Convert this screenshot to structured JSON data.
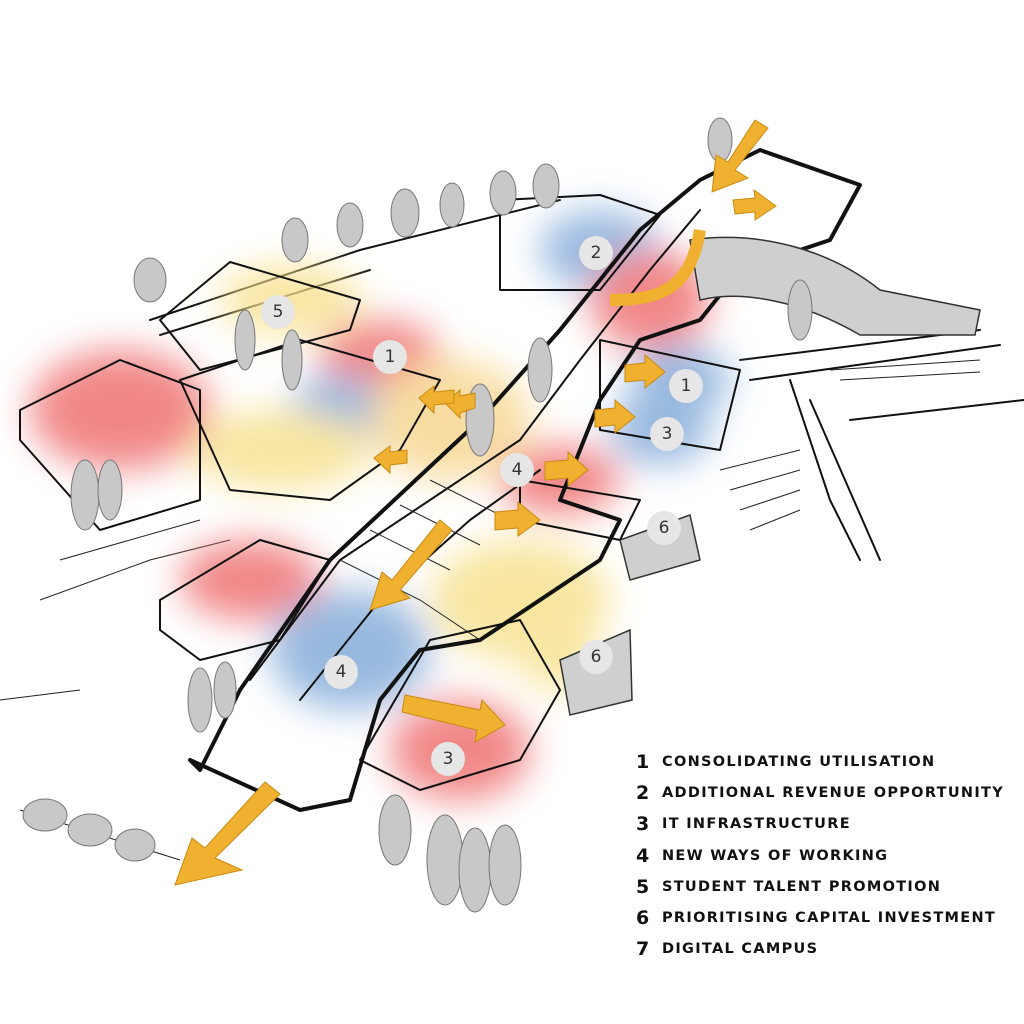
{
  "diagram": {
    "markers": [
      {
        "label": "5"
      },
      {
        "label": "1"
      },
      {
        "label": "2"
      },
      {
        "label": "1"
      },
      {
        "label": "3"
      },
      {
        "label": "4"
      },
      {
        "label": "6"
      },
      {
        "label": "6"
      },
      {
        "label": "4"
      },
      {
        "label": "3"
      }
    ],
    "colors": {
      "arrow": "#f0b030",
      "red": "#ee6a6a",
      "yellow": "#f7e08a",
      "blue": "#7fa8d8",
      "marker": "#e6e6e6"
    }
  },
  "legend": {
    "items": [
      {
        "num": "1",
        "text": "CONSOLIDATING UTILISATION"
      },
      {
        "num": "2",
        "text": "ADDITIONAL REVENUE OPPORTUNITY"
      },
      {
        "num": "3",
        "text": "IT INFRASTRUCTURE"
      },
      {
        "num": "4",
        "text": "NEW WAYS OF WORKING"
      },
      {
        "num": "5",
        "text": "STUDENT TALENT PROMOTION"
      },
      {
        "num": "6",
        "text": "PRIORITISING CAPITAL INVESTMENT"
      },
      {
        "num": "7",
        "text": "DIGITAL CAMPUS"
      }
    ]
  }
}
